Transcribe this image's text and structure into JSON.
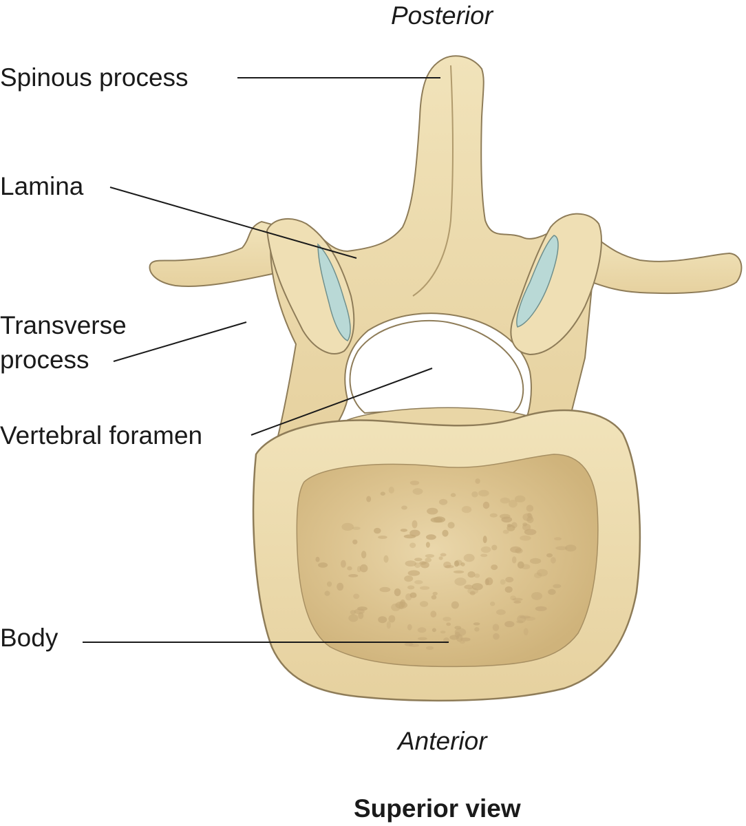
{
  "orientation": {
    "top": "Posterior",
    "bottom": "Anterior"
  },
  "view_caption": "Superior view",
  "labels": {
    "spinous_process": "Spinous process",
    "lamina": "Lamina",
    "transverse_process_line1": "Transverse",
    "transverse_process_line2": "process",
    "vertebral_foramen": "Vertebral foramen",
    "body": "Body"
  },
  "colors": {
    "bone": "#eddcae",
    "bone_outline": "#8e7c58",
    "bone_shadow": "#d6c08e",
    "cancellous_bone": "#d8c08a",
    "articular_cartilage": "#b9d9d6",
    "leader_line": "#1a1a1a"
  }
}
